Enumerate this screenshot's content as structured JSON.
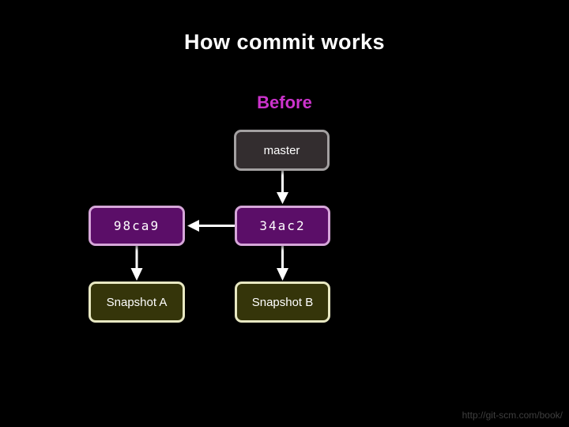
{
  "slide": {
    "title": "How commit works",
    "subtitle": "Before",
    "footer_link": "http://git-scm.com/book/"
  },
  "colors": {
    "background": "#000000",
    "title_text": "#ffffff",
    "subtitle_text": "#cc33cc",
    "branch_fill": "#332d2f",
    "branch_border": "#a3a0a1",
    "commit_fill": "#5b0e68",
    "commit_border": "#d6a6d9",
    "snapshot_fill": "#35350a",
    "snapshot_border": "#e8e8c2",
    "node_text": "#ffffff",
    "arrow": "#ffffff",
    "footer_text": "#3f3f3f"
  },
  "diagram": {
    "nodes": [
      {
        "id": "master",
        "label": "master",
        "type": "branch"
      },
      {
        "id": "98ca9",
        "label": "98ca9",
        "type": "commit"
      },
      {
        "id": "34ac2",
        "label": "34ac2",
        "type": "commit"
      },
      {
        "id": "snapshot-a",
        "label": "Snapshot A",
        "type": "snapshot"
      },
      {
        "id": "snapshot-b",
        "label": "Snapshot B",
        "type": "snapshot"
      }
    ],
    "edges": [
      {
        "from": "master",
        "to": "34ac2",
        "direction": "down"
      },
      {
        "from": "34ac2",
        "to": "98ca9",
        "direction": "left"
      },
      {
        "from": "98ca9",
        "to": "snapshot-a",
        "direction": "down"
      },
      {
        "from": "34ac2",
        "to": "snapshot-b",
        "direction": "down"
      }
    ]
  }
}
